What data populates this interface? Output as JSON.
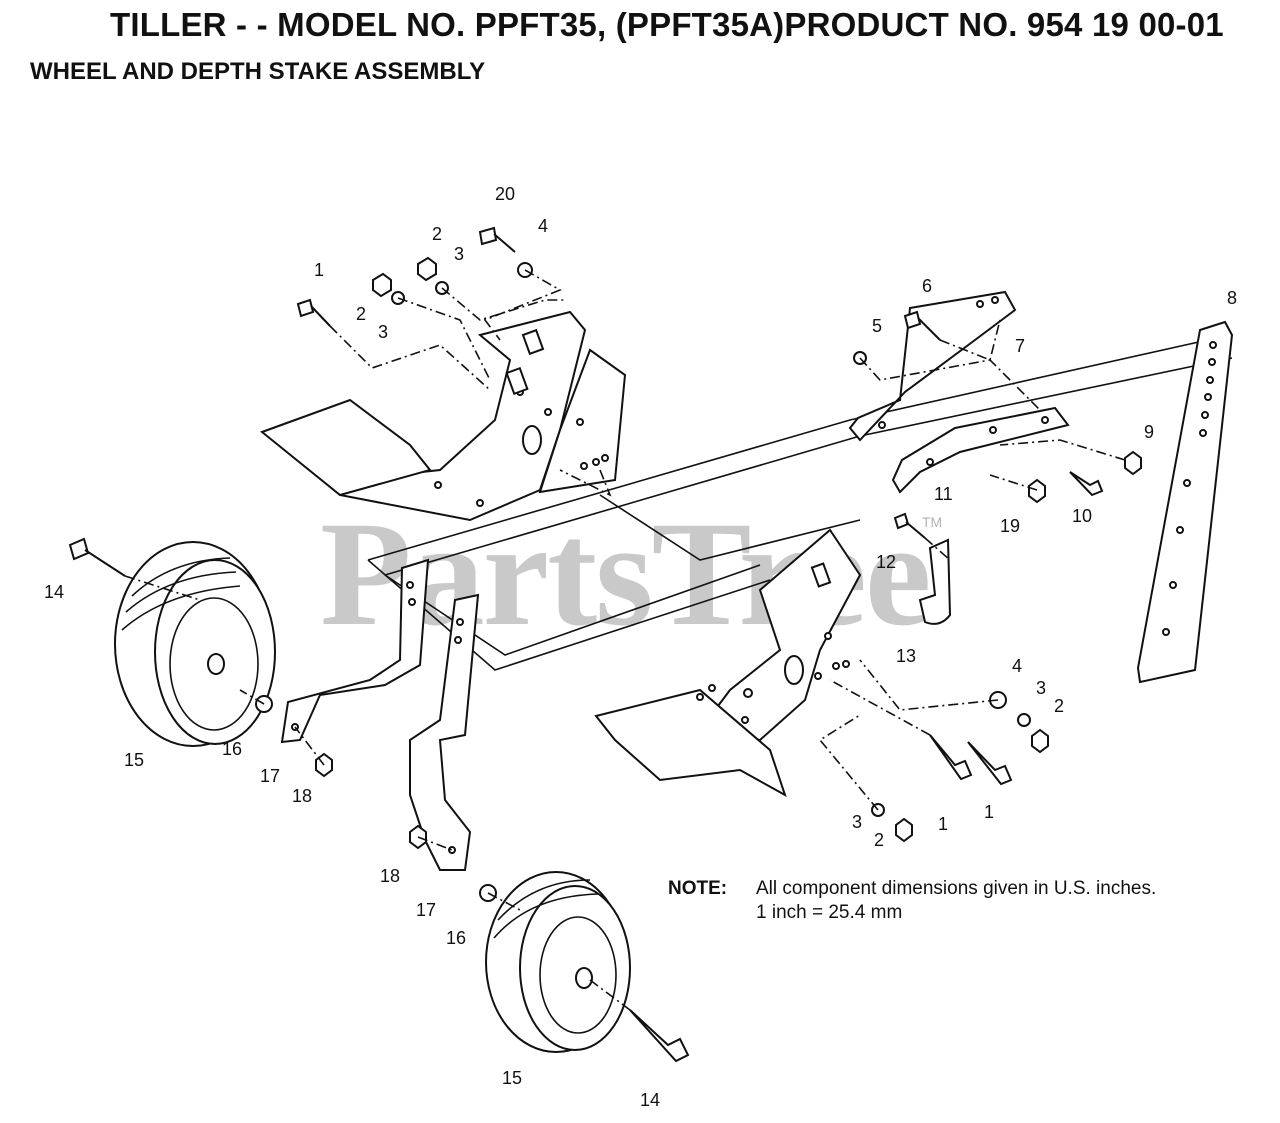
{
  "header": {
    "title": "TILLER - - MODEL NO. PPFT35, (PPFT35A)PRODUCT NO. 954 19 00-01",
    "subtitle": "WHEEL AND DEPTH STAKE ASSEMBLY"
  },
  "note": {
    "label": "NOTE:",
    "line1": "All component dimensions given in U.S. inches.",
    "line2": "1 inch = 25.4 mm"
  },
  "watermark": {
    "text": "PartsTree",
    "tm": "TM"
  },
  "callouts": [
    {
      "id": "c20",
      "text": "20"
    },
    {
      "id": "c4a",
      "text": "4"
    },
    {
      "id": "c2a",
      "text": "2"
    },
    {
      "id": "c3a",
      "text": "3"
    },
    {
      "id": "c1a",
      "text": "1"
    },
    {
      "id": "c2b",
      "text": "2"
    },
    {
      "id": "c3b",
      "text": "3"
    },
    {
      "id": "c6",
      "text": "6"
    },
    {
      "id": "c5",
      "text": "5"
    },
    {
      "id": "c7",
      "text": "7"
    },
    {
      "id": "c8",
      "text": "8"
    },
    {
      "id": "c9",
      "text": "9"
    },
    {
      "id": "c10",
      "text": "10"
    },
    {
      "id": "c19",
      "text": "19"
    },
    {
      "id": "c11",
      "text": "11"
    },
    {
      "id": "c12",
      "text": "12"
    },
    {
      "id": "c13",
      "text": "13"
    },
    {
      "id": "c14a",
      "text": "14"
    },
    {
      "id": "c15a",
      "text": "15"
    },
    {
      "id": "c16a",
      "text": "16"
    },
    {
      "id": "c17a",
      "text": "17"
    },
    {
      "id": "c18a",
      "text": "18"
    },
    {
      "id": "c4b",
      "text": "4"
    },
    {
      "id": "c3c",
      "text": "3"
    },
    {
      "id": "c2c",
      "text": "2"
    },
    {
      "id": "c3d",
      "text": "3"
    },
    {
      "id": "c2d",
      "text": "2"
    },
    {
      "id": "c1b",
      "text": "1"
    },
    {
      "id": "c1c",
      "text": "1"
    },
    {
      "id": "c18b",
      "text": "18"
    },
    {
      "id": "c17b",
      "text": "17"
    },
    {
      "id": "c16b",
      "text": "16"
    },
    {
      "id": "c15b",
      "text": "15"
    },
    {
      "id": "c14b",
      "text": "14"
    }
  ]
}
